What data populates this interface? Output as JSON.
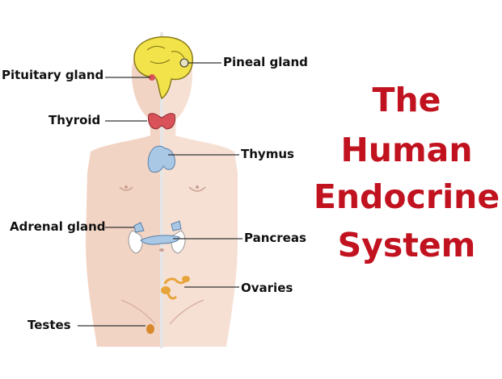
{
  "labels": {
    "pituitary": "Pituitary gland",
    "pineal": "Pineal gland",
    "thyroid": "Thyroid",
    "thymus": "Thymus",
    "adrenal": "Adrenal gland",
    "pancreas": "Pancreas",
    "ovaries": "Ovaries",
    "testes": "Testes"
  },
  "title": {
    "line1": "The",
    "line2": "Human",
    "line3": "Endocrine",
    "line4": "System"
  },
  "colors": {
    "title": "#c1121f",
    "skin_left": "#f2d4c4",
    "skin_right": "#f6e0d4",
    "brain": "#f2e34a",
    "gland_blue": "#a9c8e6",
    "thyroid": "#d9525a",
    "ovaries": "#e8a43c",
    "testes": "#d8892a"
  }
}
